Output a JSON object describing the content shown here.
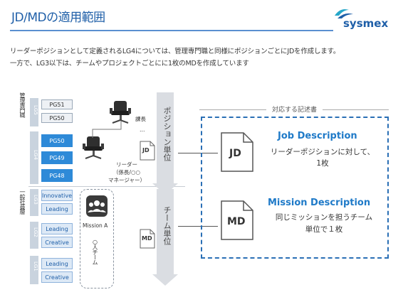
{
  "title": "JD/MDの適用範囲",
  "logo": {
    "name": "sysmex"
  },
  "intro": {
    "line1": "リーダーポジションとして定義されるLG4については、管理専門職と同様にポジションごとにJDを作成します。",
    "line2": "一方で、LG3以下は、チームやプロジェクトごとにに1枚のMDを作成しています"
  },
  "groups": {
    "management": "管理専門職",
    "general": "一般社員層"
  },
  "lg_labels": [
    "LG5",
    "LG4",
    "LG3",
    "LG2",
    "LG1"
  ],
  "grades": {
    "lg5": [
      "PG51",
      "PG50"
    ],
    "lg4": [
      "PG50",
      "PG49",
      "PG48"
    ],
    "lg3": [
      "Innovative",
      "Leading"
    ],
    "lg2": [
      "Leading",
      "Creative"
    ],
    "lg1": [
      "Leading",
      "Creative"
    ]
  },
  "people": {
    "manager": "課長",
    "ellipsis": "…",
    "leader_lines": [
      "リーダー",
      "（係長/○○",
      "マネージャー）"
    ]
  },
  "mission": {
    "name": "Mission A",
    "team_label": "○人チーム"
  },
  "small_docs": {
    "jd": "JD",
    "md": "MD"
  },
  "arrows": {
    "position_unit": "ポジション単位",
    "team_unit": "チーム単位"
  },
  "right_panel": {
    "header": "対応する記述書",
    "jd": {
      "doc": "JD",
      "title": "Job Description",
      "line1": "リーダーポジションに対して、",
      "line2": "1枚"
    },
    "md": {
      "doc": "MD",
      "title": "Mission Description",
      "line1": "同じミッションを担うチーム",
      "line2": "単位で１枚"
    }
  },
  "colors": {
    "accent": "#1f5fa8",
    "grade_highlight": "#2e8ad8",
    "dashed_border": "#2a6fb5"
  }
}
